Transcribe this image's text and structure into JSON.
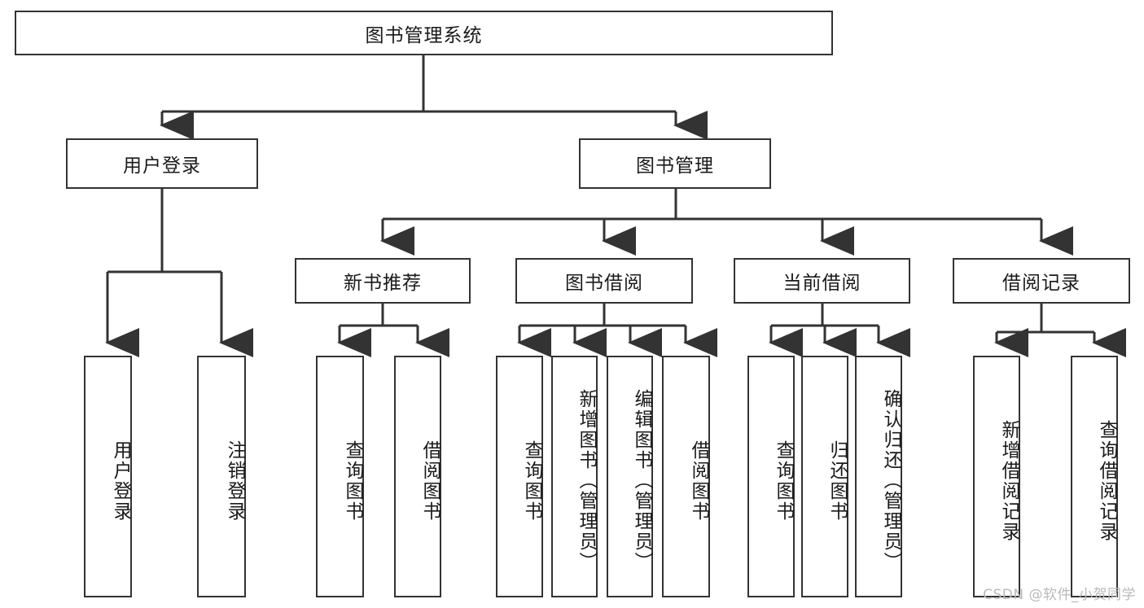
{
  "diagram": {
    "title": "图书管理系统",
    "type": "tree",
    "watermark": "CSDN @软件_小贺同学",
    "colors": {
      "box_border": "#333333",
      "box_fill": "#ffffff",
      "edge": "#333333",
      "text": "#1a1a1a",
      "watermark": "#b9b9b9"
    },
    "nodes": {
      "root": {
        "label": "图书管理系统",
        "orientation": "horizontal"
      },
      "level2": [
        {
          "id": "user-login",
          "label": "用户登录",
          "orientation": "horizontal"
        },
        {
          "id": "book-manage",
          "label": "图书管理",
          "orientation": "horizontal"
        }
      ],
      "level3": [
        {
          "id": "new-book-recommend",
          "label": "新书推荐",
          "orientation": "horizontal"
        },
        {
          "id": "book-borrow",
          "label": "图书借阅",
          "orientation": "horizontal"
        },
        {
          "id": "current-borrow",
          "label": "当前借阅",
          "orientation": "horizontal"
        },
        {
          "id": "borrow-record",
          "label": "借阅记录",
          "orientation": "horizontal"
        }
      ],
      "leaves": [
        {
          "id": "leaf-user-login",
          "label": "用户登录",
          "parent": "user-login",
          "orientation": "vertical"
        },
        {
          "id": "leaf-user-logout",
          "label": "注销登录",
          "parent": "user-login",
          "orientation": "vertical"
        },
        {
          "id": "leaf-query-book-1",
          "label": "查询图书",
          "parent": "new-book-recommend",
          "orientation": "vertical"
        },
        {
          "id": "leaf-borrow-book-1",
          "label": "借阅图书",
          "parent": "new-book-recommend",
          "orientation": "vertical"
        },
        {
          "id": "leaf-query-book-2",
          "label": "查询图书",
          "parent": "book-borrow",
          "orientation": "vertical"
        },
        {
          "id": "leaf-add-book",
          "label": "新增图书（管理员）",
          "parent": "book-borrow",
          "orientation": "vertical"
        },
        {
          "id": "leaf-edit-book",
          "label": "编辑图书（管理员）",
          "parent": "book-borrow",
          "orientation": "vertical"
        },
        {
          "id": "leaf-borrow-book-2",
          "label": "借阅图书",
          "parent": "book-borrow",
          "orientation": "vertical"
        },
        {
          "id": "leaf-query-book-3",
          "label": "查询图书",
          "parent": "current-borrow",
          "orientation": "vertical"
        },
        {
          "id": "leaf-return-book",
          "label": "归还图书",
          "parent": "current-borrow",
          "orientation": "vertical"
        },
        {
          "id": "leaf-confirm-return",
          "label": "确认归还（管理员）",
          "parent": "current-borrow",
          "orientation": "vertical"
        },
        {
          "id": "leaf-add-record",
          "label": "新增借阅记录",
          "parent": "borrow-record",
          "orientation": "vertical"
        },
        {
          "id": "leaf-query-record",
          "label": "查询借阅记录",
          "parent": "borrow-record",
          "orientation": "vertical"
        }
      ]
    }
  }
}
